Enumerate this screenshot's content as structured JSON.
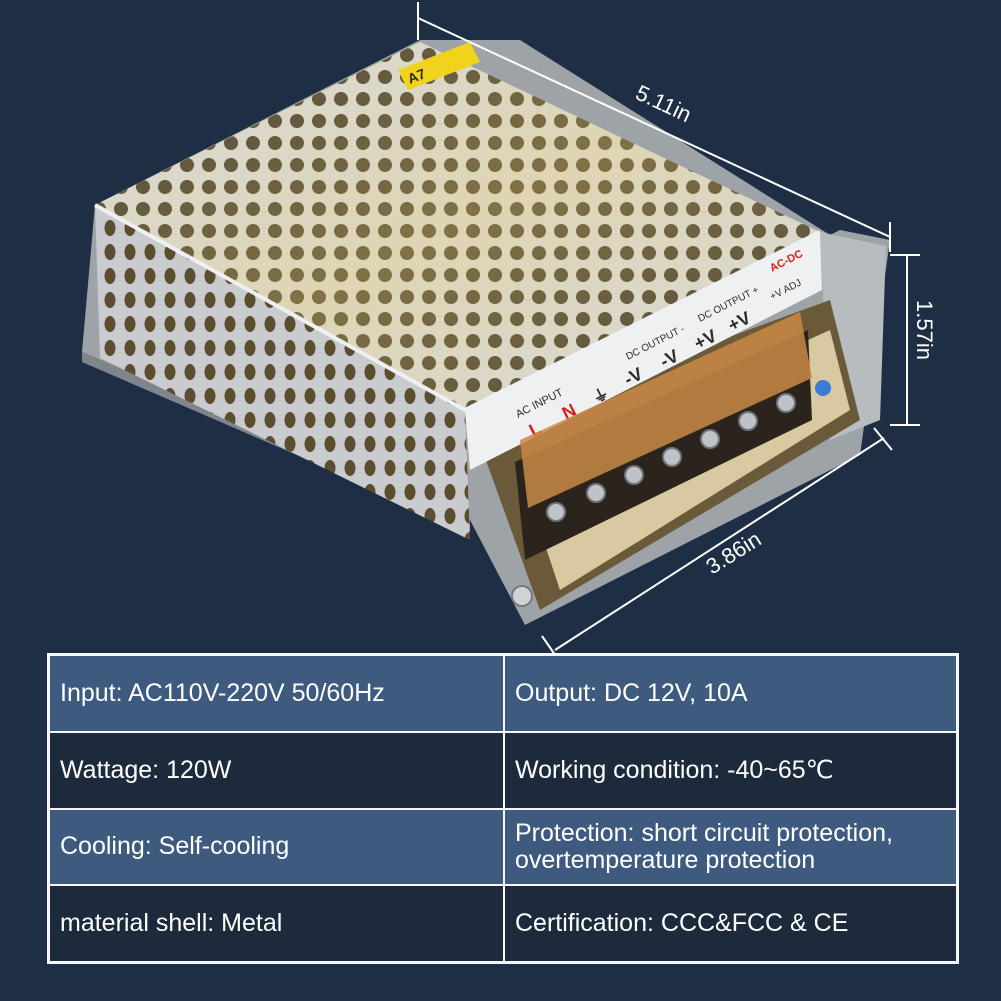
{
  "product": {
    "case_label": "A7",
    "panel_brand": "AC-DC",
    "terminal_header": {
      "ac_input": "AC INPUT",
      "dc_output_neg": "DC OUTPUT -",
      "dc_output_pos": "DC OUTPUT +",
      "adj": "+V ADJ"
    },
    "terminals": [
      "L",
      "N",
      "⏚",
      "-V",
      "-V",
      "+V",
      "+V"
    ]
  },
  "dimensions": {
    "length": "5.11in",
    "height": "1.57in",
    "width": "3.86in"
  },
  "specs": [
    {
      "label": "Input: AC110V-220V 50/60Hz"
    },
    {
      "label": "Output: DC 12V, 10A"
    },
    {
      "label": "Wattage: 120W"
    },
    {
      "label": "Working condition: -40~65℃"
    },
    {
      "label": "Cooling: Self-cooling"
    },
    {
      "label": "Protection: short circuit protection,",
      "label2": "overtemperature protection"
    },
    {
      "label": "material shell: Metal"
    },
    {
      "label": "Certification: CCC&FCC & CE"
    }
  ],
  "colors": {
    "background": "#1e2f45",
    "cell_light": "#3e5b7f",
    "cell_dark": "#1c2a3c",
    "terminal_cover": "#c98a45",
    "label_red": "#d6201c"
  }
}
